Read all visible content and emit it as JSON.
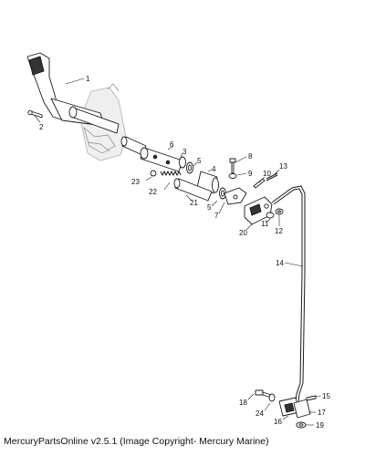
{
  "callouts": {
    "c1": "1",
    "c2": "2",
    "c3": "3",
    "c4": "4",
    "c5a": "5",
    "c5b": "5",
    "c6": "6",
    "c7": "7",
    "c8": "8",
    "c9": "9",
    "c10": "10",
    "c11": "11",
    "c12": "12",
    "c13": "13",
    "c14": "14",
    "c15": "15",
    "c16": "16",
    "c17": "17",
    "c18": "18",
    "c19": "19",
    "c20": "20",
    "c21": "21",
    "c22": "22",
    "c23": "23",
    "c24": "24"
  },
  "footer": {
    "caption": "MercuryPartsOnline v2.5.1 (Image Copyright- Mercury Marine)"
  }
}
